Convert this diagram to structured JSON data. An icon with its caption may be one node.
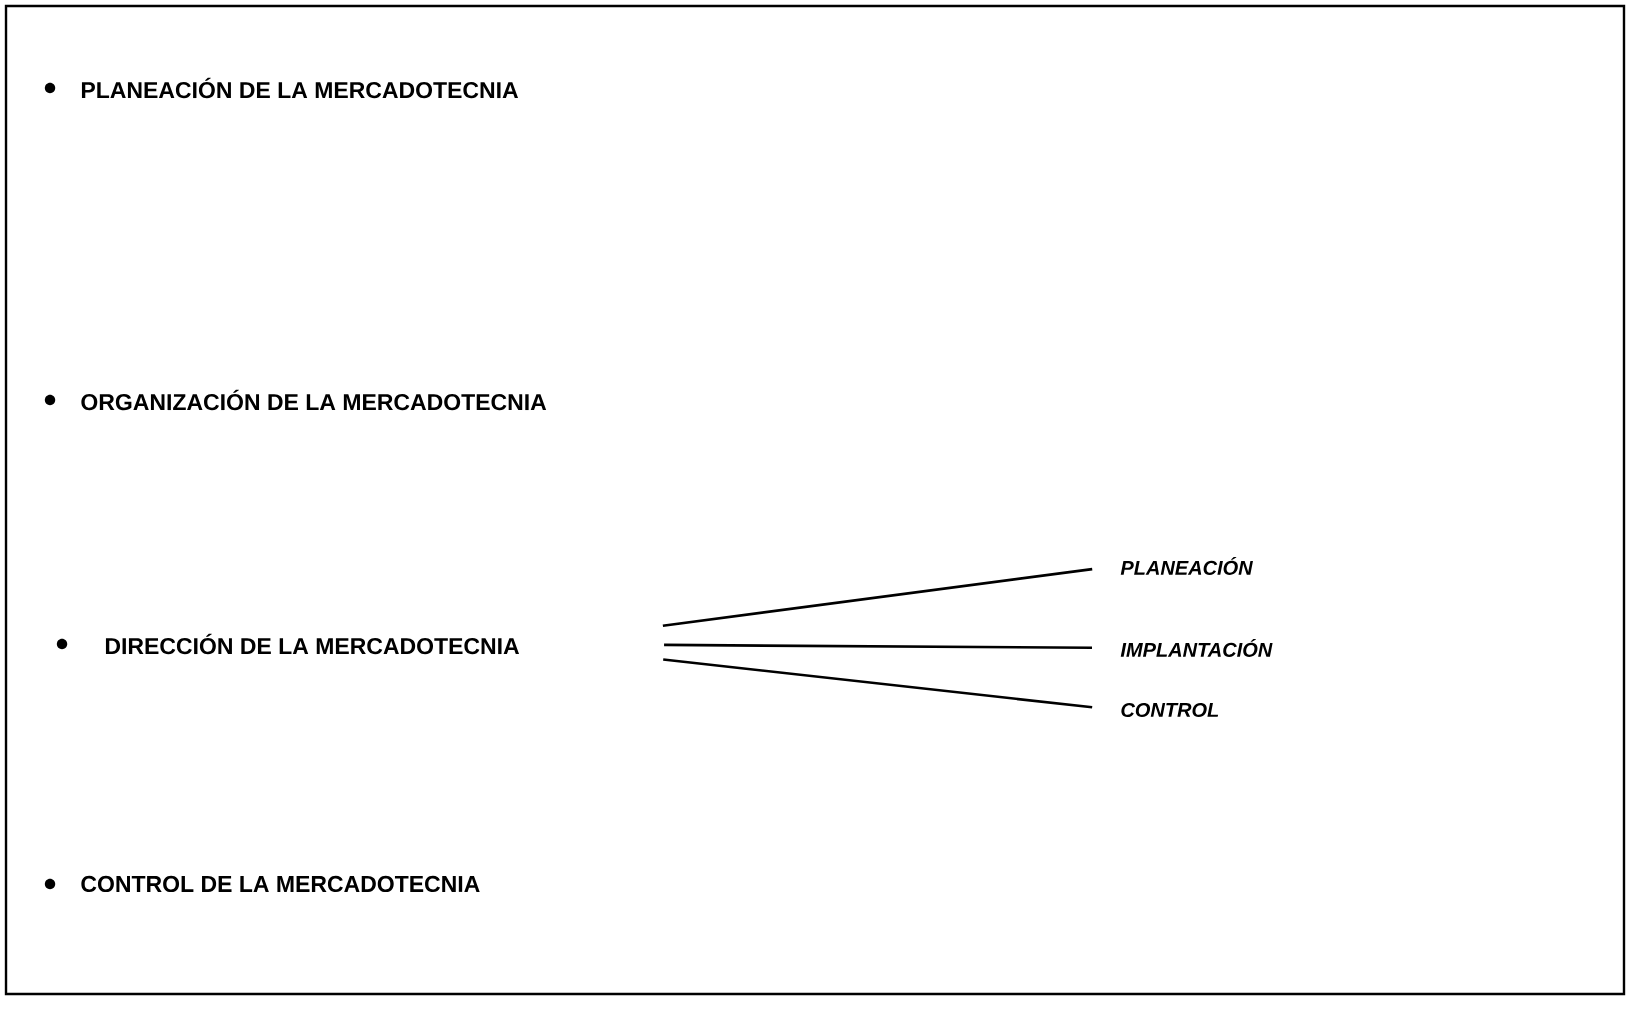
{
  "diagram": {
    "nodes": [
      {
        "text": [
          "PLANEACIÓN DE LA MERCADOTECNIA"
        ]
      },
      {
        "text": [
          "ORGANIZACIÓN DE LA MERCADOTECNIA"
        ]
      },
      {
        "text": [
          "DIRECCIÓN DE LA MERCADOTECNIA"
        ]
      },
      {
        "text": [
          "CONTROL DE LA MERCADOTECNIA"
        ]
      },
      {
        "text": [
          "PLANEACIÓN"
        ]
      },
      {
        "text": [
          "IMPLANTACIÓN"
        ]
      },
      {
        "text": [
          "CONTROL"
        ]
      }
    ],
    "edges": [
      {
        "from": 2,
        "to": 4,
        "arrow": "none"
      },
      {
        "from": 2,
        "to": 5,
        "arrow": "none"
      },
      {
        "from": 2,
        "to": 6,
        "arrow": "none"
      }
    ]
  }
}
